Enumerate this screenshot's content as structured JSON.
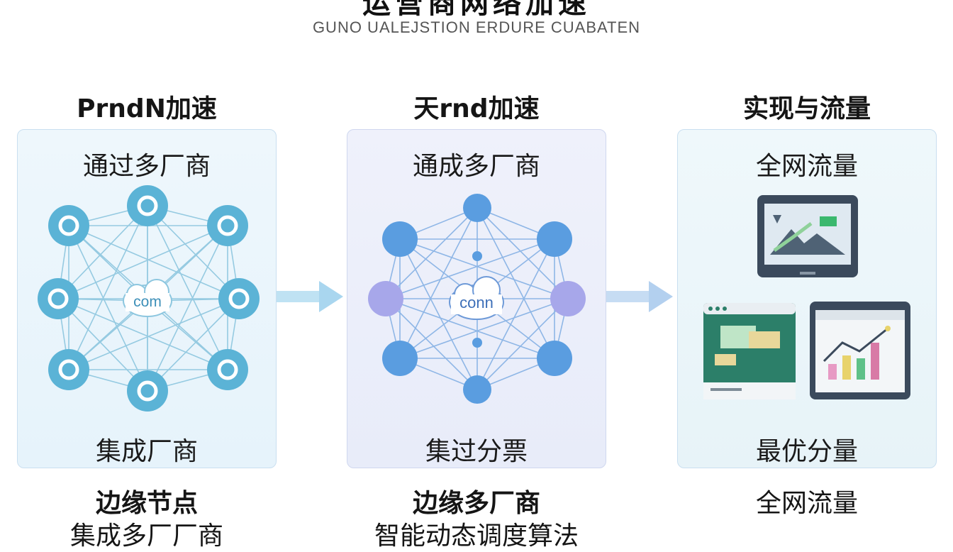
{
  "header": {
    "title": "运营商网络加速",
    "subtitle": "GUNO UALEJSTION ERDURE CUABATEN"
  },
  "columns": [
    {
      "title": "PrndN加速",
      "panel_top": "通过多厂商",
      "hub_label": "com",
      "panel_bottom": "集成厂商",
      "below_1": "边缘节点",
      "below_2": "集成多厂厂商",
      "nodes": [
        "gear-icon",
        "phone-icon",
        "camera-icon",
        "gear-icon",
        "gear-icon",
        "tag-icon",
        "link-icon",
        "gear-icon",
        "phone-icon"
      ]
    },
    {
      "title": "天rnd加速",
      "panel_top": "通成多厂商",
      "hub_label": "conn",
      "panel_bottom": "集过分票",
      "below_1": "边缘多厂商",
      "below_2": "智能动态调度算法"
    },
    {
      "title": "实现与流量",
      "panel_top": "全网流量",
      "panel_bottom": "最优分量",
      "below_1": "全网流量"
    }
  ],
  "colors": {
    "node_blue": "#5bb3d6",
    "node_blue_2": "#5a9de0",
    "node_purple": "#a7a7ea",
    "arrow": "#a9d6ef",
    "line": "#8cc6df"
  }
}
